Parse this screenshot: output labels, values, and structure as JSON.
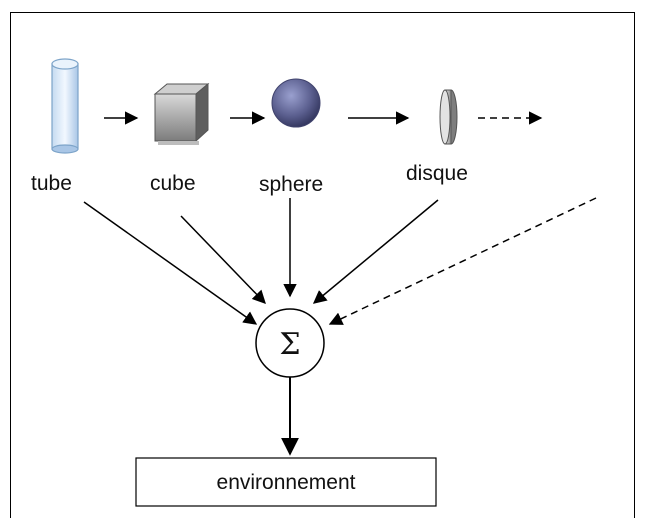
{
  "diagram": {
    "shapes": [
      {
        "id": "tube",
        "label": "tube",
        "icon": "cylinder-icon"
      },
      {
        "id": "cube",
        "label": "cube",
        "icon": "cube-icon"
      },
      {
        "id": "sphere",
        "label": "sphere",
        "icon": "sphere-icon"
      },
      {
        "id": "disque",
        "label": "disque",
        "icon": "disk-icon"
      }
    ],
    "sum_symbol": "Σ",
    "output_label": "environnement",
    "colors": {
      "line": "#000000",
      "tube_fill": "#d6e6f5",
      "tube_stroke": "#7da4c9",
      "cube_face": "#9a9a9a",
      "sphere_fill": "#5b5f8f",
      "disk_fill": "#b9b9b9"
    }
  }
}
